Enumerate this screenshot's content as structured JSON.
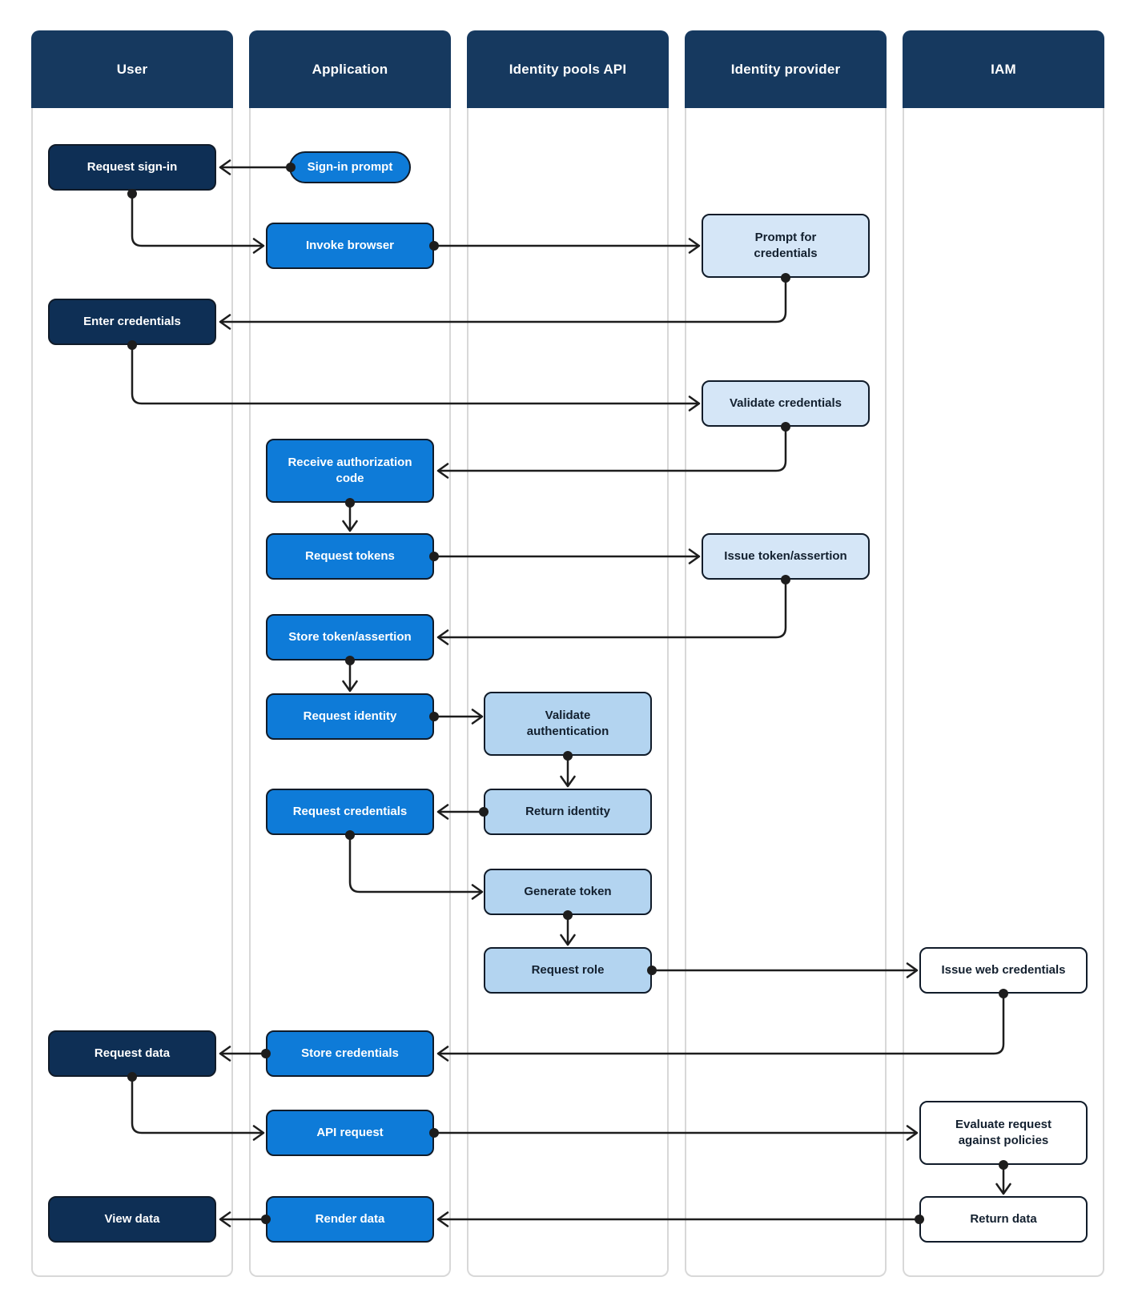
{
  "lanes": [
    {
      "title": "User"
    },
    {
      "title": "Application"
    },
    {
      "title": "Identity pools API"
    },
    {
      "title": "Identity provider"
    },
    {
      "title": "IAM"
    }
  ],
  "nodes": {
    "request_sign_in": {
      "label": "Request sign-in",
      "lane": "User"
    },
    "sign_in_prompt": {
      "label": "Sign-in prompt",
      "lane": "Application"
    },
    "invoke_browser": {
      "label": "Invoke browser",
      "lane": "Application"
    },
    "prompt_for_credentials": {
      "label": "Prompt for\ncredentials",
      "lane": "Identity provider"
    },
    "enter_credentials": {
      "label": "Enter credentials",
      "lane": "User"
    },
    "validate_credentials": {
      "label": "Validate credentials",
      "lane": "Identity provider"
    },
    "receive_authorization_code": {
      "label": "Receive authorization\ncode",
      "lane": "Application"
    },
    "request_tokens": {
      "label": "Request tokens",
      "lane": "Application"
    },
    "issue_token_assertion": {
      "label": "Issue token/assertion",
      "lane": "Identity provider"
    },
    "store_token_assertion": {
      "label": "Store token/assertion",
      "lane": "Application"
    },
    "request_identity": {
      "label": "Request identity",
      "lane": "Application"
    },
    "validate_authentication": {
      "label": "Validate\nauthentication",
      "lane": "Identity pools API"
    },
    "request_credentials": {
      "label": "Request credentials",
      "lane": "Application"
    },
    "return_identity": {
      "label": "Return identity",
      "lane": "Identity pools API"
    },
    "generate_token": {
      "label": "Generate token",
      "lane": "Identity pools API"
    },
    "request_role": {
      "label": "Request role",
      "lane": "Identity pools API"
    },
    "issue_web_credentials": {
      "label": "Issue web credentials",
      "lane": "IAM"
    },
    "store_credentials": {
      "label": "Store credentials",
      "lane": "Application"
    },
    "request_data": {
      "label": "Request data",
      "lane": "User"
    },
    "api_request": {
      "label": "API request",
      "lane": "Application"
    },
    "evaluate_request": {
      "label": "Evaluate request\nagainst policies",
      "lane": "IAM"
    },
    "render_data": {
      "label": "Render data",
      "lane": "Application"
    },
    "view_data": {
      "label": "View data",
      "lane": "User"
    },
    "return_data": {
      "label": "Return data",
      "lane": "IAM"
    }
  },
  "edges": [
    {
      "from": "sign_in_prompt",
      "to": "request_sign_in"
    },
    {
      "from": "request_sign_in",
      "to": "invoke_browser"
    },
    {
      "from": "invoke_browser",
      "to": "prompt_for_credentials"
    },
    {
      "from": "prompt_for_credentials",
      "to": "enter_credentials"
    },
    {
      "from": "enter_credentials",
      "to": "validate_credentials"
    },
    {
      "from": "validate_credentials",
      "to": "receive_authorization_code"
    },
    {
      "from": "receive_authorization_code",
      "to": "request_tokens"
    },
    {
      "from": "request_tokens",
      "to": "issue_token_assertion"
    },
    {
      "from": "issue_token_assertion",
      "to": "store_token_assertion"
    },
    {
      "from": "store_token_assertion",
      "to": "request_identity"
    },
    {
      "from": "request_identity",
      "to": "validate_authentication"
    },
    {
      "from": "validate_authentication",
      "to": "return_identity"
    },
    {
      "from": "return_identity",
      "to": "request_credentials"
    },
    {
      "from": "request_credentials",
      "to": "generate_token"
    },
    {
      "from": "generate_token",
      "to": "request_role"
    },
    {
      "from": "request_role",
      "to": "issue_web_credentials"
    },
    {
      "from": "issue_web_credentials",
      "to": "store_credentials"
    },
    {
      "from": "store_credentials",
      "to": "request_data"
    },
    {
      "from": "request_data",
      "to": "api_request"
    },
    {
      "from": "api_request",
      "to": "evaluate_request"
    },
    {
      "from": "evaluate_request",
      "to": "return_data"
    },
    {
      "from": "return_data",
      "to": "render_data"
    },
    {
      "from": "render_data",
      "to": "view_data"
    }
  ],
  "colors": {
    "lane_header": "#16395F",
    "user_node": "#0E2F55",
    "application_node": "#0E7BD8",
    "identity_pools_api_node": "#B3D4F0",
    "identity_provider_node": "#D5E6F7",
    "iam_node": "#FFFFFF",
    "node_border": "#101B29",
    "connector": "#1D1D1D",
    "lane_border": "#D8D8D8"
  }
}
